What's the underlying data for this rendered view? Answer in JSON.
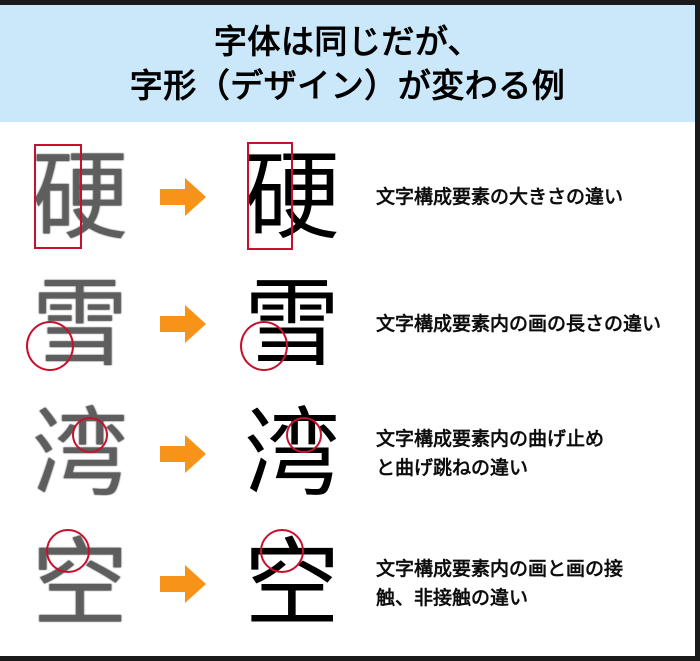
{
  "colors": {
    "title_band_bg": "#cbe8fb",
    "frame_border": "#1a1a1a",
    "annotation_red": "#c8102e",
    "arrow_orange": "#f79319",
    "before_glyph": "#5e5e5e",
    "after_glyph": "#000000",
    "caption_text": "#0d0d0d"
  },
  "title": {
    "line1": "字体は同じだが、",
    "line2": "字形（デザイン）が変わる例"
  },
  "rows": [
    {
      "before_char": "硬",
      "after_char": "硬",
      "arrow": "right-arrow-icon",
      "mark_shape": "rect",
      "caption_lines": [
        "文字構成要素の大きさの違い"
      ]
    },
    {
      "before_char": "雪",
      "after_char": "雪",
      "arrow": "right-arrow-icon",
      "mark_shape": "circle",
      "caption_lines": [
        "文字構成要素内の画の長さの違い"
      ]
    },
    {
      "before_char": "湾",
      "after_char": "湾",
      "arrow": "right-arrow-icon",
      "mark_shape": "circle",
      "caption_lines": [
        "文字構成要素内の曲げ止め",
        "と曲げ跳ねの違い"
      ]
    },
    {
      "before_char": "空",
      "after_char": "空",
      "arrow": "right-arrow-icon",
      "mark_shape": "circle",
      "caption_lines": [
        "文字構成要素内の画と画の接",
        "触、非接触の違い"
      ]
    }
  ]
}
